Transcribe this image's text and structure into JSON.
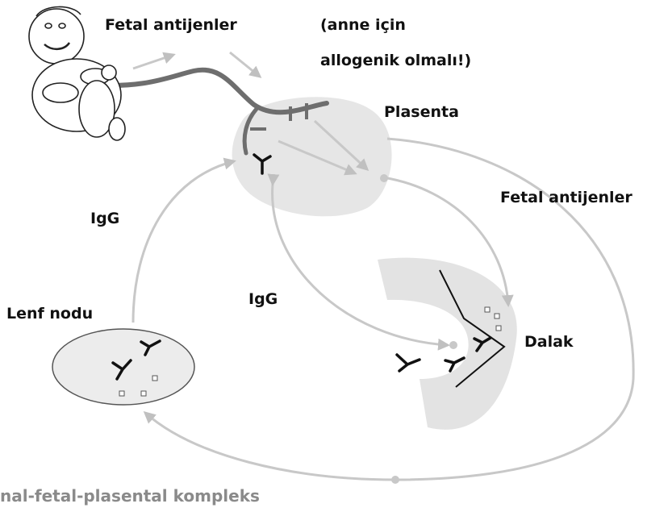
{
  "labels": {
    "fetal_antigens_top": "Fetal antijenler",
    "allogeneic_line1": "(anne için",
    "allogeneic_line2": "allogenik olmalı!)",
    "placenta": "Plasenta",
    "fetal_antigens_right": "Fetal antijenler",
    "igg_left": "IgG",
    "igg_center": "IgG",
    "lymph_node": "Lenf nodu",
    "spleen": "Dalak",
    "caption": "nal-fetal-plasental kompleks"
  },
  "colors": {
    "arrow": "#c8c8c8",
    "cord": "#6e6e6e",
    "blob": "#e6e6e6",
    "ink": "#111111",
    "caption": "#8a8a8a"
  }
}
